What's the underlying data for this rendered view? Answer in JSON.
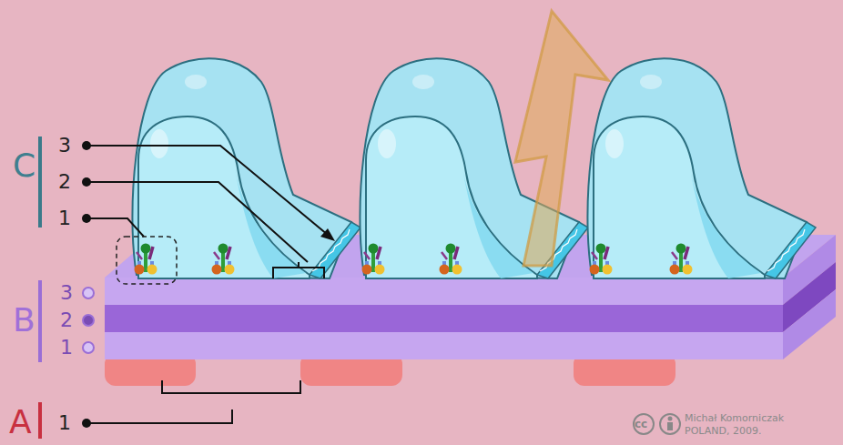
{
  "diagram": {
    "labels": [
      "C",
      "3",
      "2",
      "1",
      "B",
      "3",
      "2",
      "1",
      "A",
      "1",
      "cc",
      "Michał Komorniczak",
      "POLAND, 2009."
    ]
  }
}
